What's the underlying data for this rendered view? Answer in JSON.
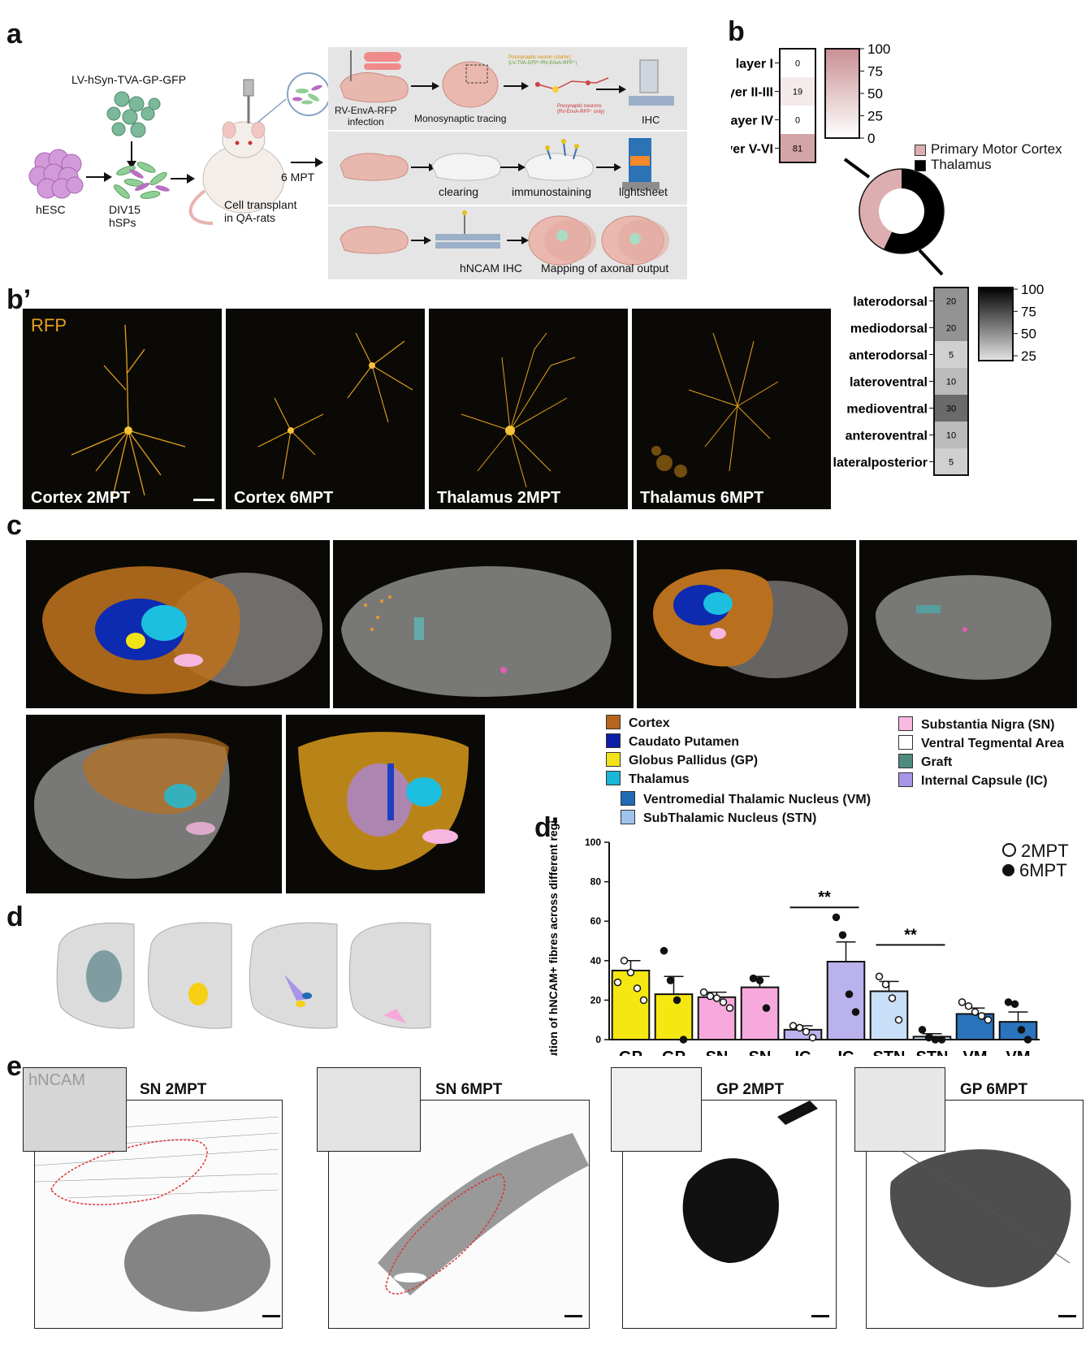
{
  "panels": {
    "a": "a",
    "b": "b",
    "b_prime": "b’",
    "c": "c",
    "d": "d",
    "d_prime": "d’",
    "e": "e"
  },
  "panel_a": {
    "vector": "LV-hSyn-TVA-GP-GFP",
    "hesc": "hESC",
    "div15": "DIV15",
    "hsps": "hSPs",
    "transplant1": "Cell transplant",
    "transplant2": "in QA-rats",
    "mpt": "6 MPT",
    "row1": {
      "rv1": "RV-EnvA-RFP",
      "rv2": "infection",
      "mono": "Monosynaptic tracing",
      "ihc": "IHC",
      "small1": "Postsynaptic neuron (starter)",
      "small2": "(LV-TVA-GFP⁺/RV-EnvA-RFP⁺)",
      "small3": "Presynaptic neurons",
      "small4": "(RV-EnvA-RFP⁺ only)"
    },
    "row2": {
      "clearing": "clearing",
      "immuno": "immunostaining",
      "lightsheet": "lightsheet"
    },
    "row3": {
      "hncam": "hNCAM IHC",
      "mapping": "Mapping of axonal output"
    }
  },
  "panel_b": {
    "cortex_rows": [
      {
        "label": "layer I",
        "value": 0
      },
      {
        "label": "layer II-III",
        "value": 19
      },
      {
        "label": "layer IV",
        "value": 0
      },
      {
        "label": "layer V-VI",
        "value": 81
      }
    ],
    "cortex_scale": [
      "100",
      "75",
      "50",
      "25",
      "0"
    ],
    "legend": [
      {
        "label": "Primary Motor Cortex",
        "color": "#dcaeb0"
      },
      {
        "label": "Thalamus",
        "color": "#000000"
      }
    ],
    "thal_rows": [
      {
        "label": "laterodorsal",
        "value": 20
      },
      {
        "label": "mediodorsal",
        "value": 20
      },
      {
        "label": "anterodorsal",
        "value": 5
      },
      {
        "label": "lateroventral",
        "value": 10
      },
      {
        "label": "medioventral",
        "value": 30
      },
      {
        "label": "anteroventral",
        "value": 10
      },
      {
        "label": "lateralposterior",
        "value": 5
      }
    ],
    "thal_scale": [
      "100",
      "75",
      "50",
      "25"
    ]
  },
  "panel_bp": {
    "rfp": "RFP",
    "images": [
      "Cortex 2MPT",
      "Cortex 6MPT",
      "Thalamus 2MPT",
      "Thalamus 6MPT"
    ]
  },
  "panel_c": {
    "legend_left": [
      {
        "label": "Cortex",
        "color": "#b5651d"
      },
      {
        "label": "Caudato Putamen",
        "color": "#0a1ea8"
      },
      {
        "label": "Globus Pallidus (GP)",
        "color": "#f2e21a"
      },
      {
        "label": "Thalamus",
        "color": "#19b6d6"
      },
      {
        "label": "Ventromedial Thalamic Nucleus (VM)",
        "color": "#1f6bb5"
      },
      {
        "label": "SubThalamic Nucleus (STN)",
        "color": "#9ec4ec"
      }
    ],
    "legend_right": [
      {
        "label": "Substantia Nigra (SN)",
        "color": "#f7b8e2"
      },
      {
        "label": "Ventral Tegmental Area",
        "color": "#ffffff"
      },
      {
        "label": "Graft",
        "color": "#4f8a7e"
      },
      {
        "label": "Internal Capsule (IC)",
        "color": "#a995e8"
      }
    ]
  },
  "chart_data": {
    "type": "bar",
    "ylabel": "distribution of hNCAM+ fibres across different regions",
    "ylim": [
      0,
      100
    ],
    "yticks": [
      0,
      20,
      40,
      60,
      80,
      100
    ],
    "categories": [
      "GP",
      "GP",
      "SN",
      "SN",
      "IC",
      "IC",
      "STN",
      "STN",
      "VM",
      "VM"
    ],
    "groups": [
      "2MPT",
      "6MPT",
      "2MPT",
      "6MPT",
      "2MPT",
      "6MPT",
      "2MPT",
      "6MPT",
      "2MPT",
      "6MPT"
    ],
    "values": [
      35,
      23,
      21.5,
      26.5,
      5,
      39.5,
      24.5,
      1.5,
      13,
      9
    ],
    "sem": [
      5,
      9,
      2.5,
      5.5,
      2,
      10,
      5,
      1.5,
      3,
      5
    ],
    "colors": [
      "#f5e812",
      "#f5e812",
      "#f7a9de",
      "#f7a9de",
      "#b9b2ec",
      "#b9b2ec",
      "#c9def7",
      "#c9def7",
      "#2a73bd",
      "#2a73bd"
    ],
    "points": [
      [
        29,
        40,
        34,
        26,
        20
      ],
      [
        45,
        30,
        20,
        0
      ],
      [
        24,
        22,
        21,
        19,
        16
      ],
      [
        31,
        30,
        16
      ],
      [
        7,
        6,
        4,
        1
      ],
      [
        62,
        53,
        23,
        14
      ],
      [
        32,
        28,
        21,
        10
      ],
      [
        5,
        1,
        0,
        0
      ],
      [
        19,
        17,
        14,
        12,
        10
      ],
      [
        19,
        18,
        5,
        0
      ]
    ],
    "legend": [
      {
        "label": "2MPT",
        "marker": "open"
      },
      {
        "label": "6MPT",
        "marker": "filled"
      }
    ],
    "significance": [
      {
        "label": "**",
        "from": 4,
        "to": 5,
        "y": 67
      },
      {
        "label": "**",
        "from": 6,
        "to": 7,
        "y": 48
      }
    ]
  },
  "panel_e": {
    "hncam": "hNCAM",
    "images": [
      "SN 2MPT",
      "SN 6MPT",
      "GP 2MPT",
      "GP 6MPT"
    ]
  }
}
